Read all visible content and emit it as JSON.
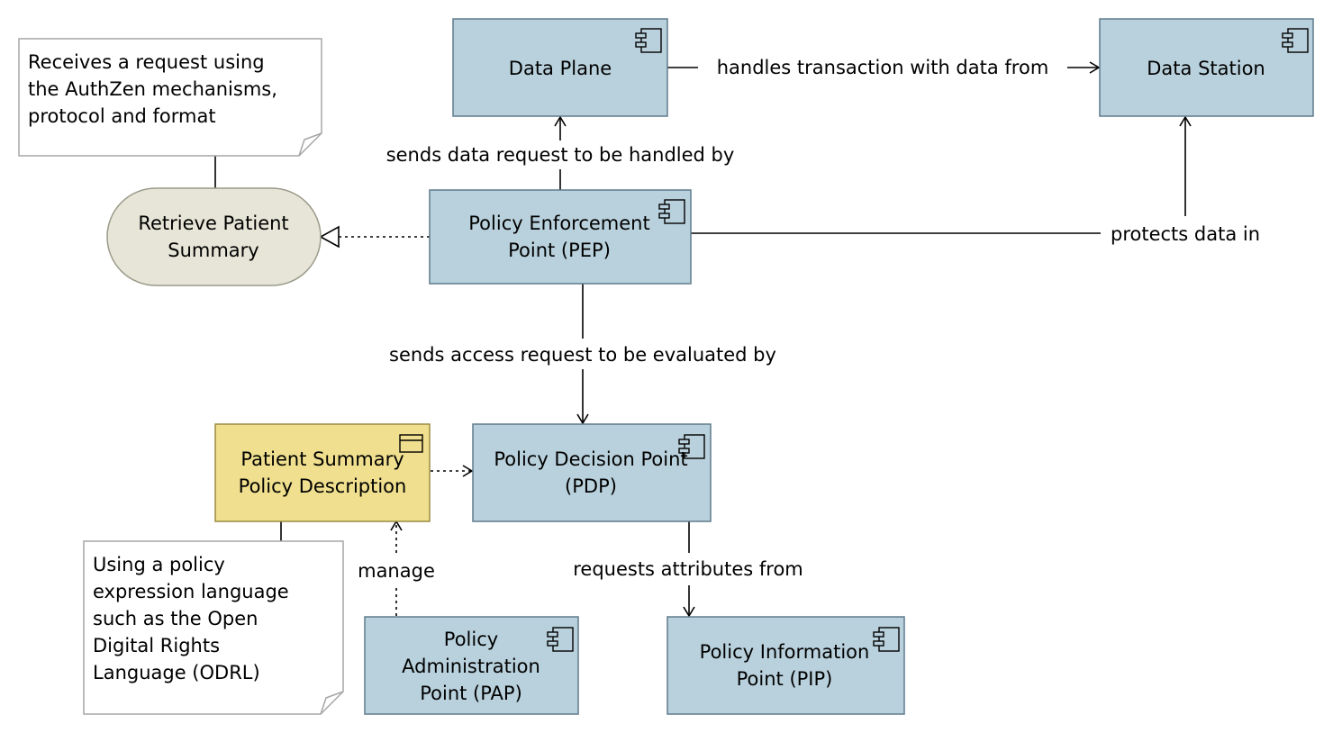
{
  "nodes": {
    "data_plane": {
      "label": [
        "Data Plane"
      ]
    },
    "data_station": {
      "label": [
        "Data Station"
      ]
    },
    "pep": {
      "label": [
        "Policy Enforcement",
        "Point (PEP)"
      ]
    },
    "retrieve_patient_summary": {
      "label": [
        "Retrieve Patient",
        "Summary"
      ]
    },
    "pdp": {
      "label": [
        "Policy Decision Point",
        "(PDP)"
      ]
    },
    "patient_summary_policy": {
      "label": [
        "Patient Summary",
        "Policy Description"
      ]
    },
    "pap": {
      "label": [
        "Policy",
        "Administration",
        "Point (PAP)"
      ]
    },
    "pip": {
      "label": [
        "Policy Information",
        "Point (PIP)"
      ]
    }
  },
  "notes": {
    "authzen_note": {
      "text": [
        "Receives a request using",
        "the AuthZen mechanisms,",
        "protocol and format"
      ]
    },
    "odrl_note": {
      "text": [
        "Using a policy",
        "expression language",
        "such as the Open",
        "Digital Rights",
        "Language (ODRL)"
      ]
    }
  },
  "edges": {
    "dataplane_to_station": {
      "label": "handles transaction with data from"
    },
    "pep_to_dataplane": {
      "label": "sends data request to be handled by"
    },
    "pep_to_station": {
      "label": "protects data in"
    },
    "pep_to_pdp": {
      "label": "sends access request to be evaluated by"
    },
    "pdp_to_pip": {
      "label": "requests attributes from"
    },
    "pap_to_policy": {
      "label": "manage"
    }
  },
  "colors": {
    "component_fill": "#b9d1dc",
    "business_object_fill": "#efdf8e",
    "service_fill": "#e6e5d7",
    "note_fill": "#ffffff",
    "line": "#000000"
  },
  "icons": {
    "component": "component-icon",
    "business_object": "business-object-icon"
  }
}
